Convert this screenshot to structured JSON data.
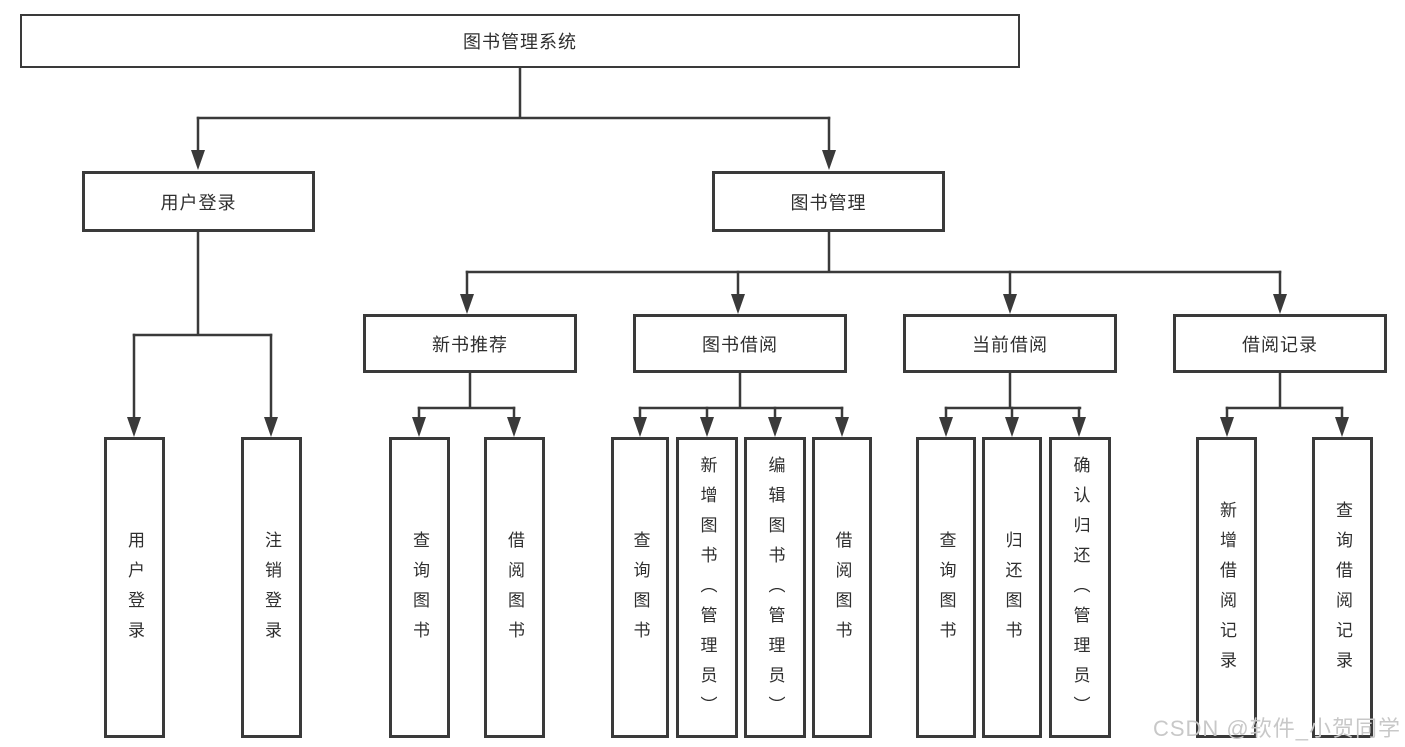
{
  "tree": {
    "root": "图书管理系统",
    "level2": [
      {
        "label": "用户登录",
        "children": [
          "用户登录",
          "注销登录"
        ]
      },
      {
        "label": "图书管理",
        "groups": [
          {
            "label": "新书推荐",
            "children": [
              "查询图书",
              "借阅图书"
            ]
          },
          {
            "label": "图书借阅",
            "children": [
              "查询图书",
              "新增图书（管理员）",
              "编辑图书（管理员）",
              "借阅图书"
            ]
          },
          {
            "label": "当前借阅",
            "children": [
              "查询图书",
              "归还图书",
              "确认归还（管理员）"
            ]
          },
          {
            "label": "借阅记录",
            "children": [
              "新增借阅记录",
              "查询借阅记录"
            ]
          }
        ]
      }
    ]
  },
  "watermark": {
    "text": "CSDN @软件_小贺同学"
  },
  "colors": {
    "line": "#3a3a3a",
    "text": "#2f2f2f",
    "background": "#ffffff",
    "watermark": "#c8c8c8"
  }
}
